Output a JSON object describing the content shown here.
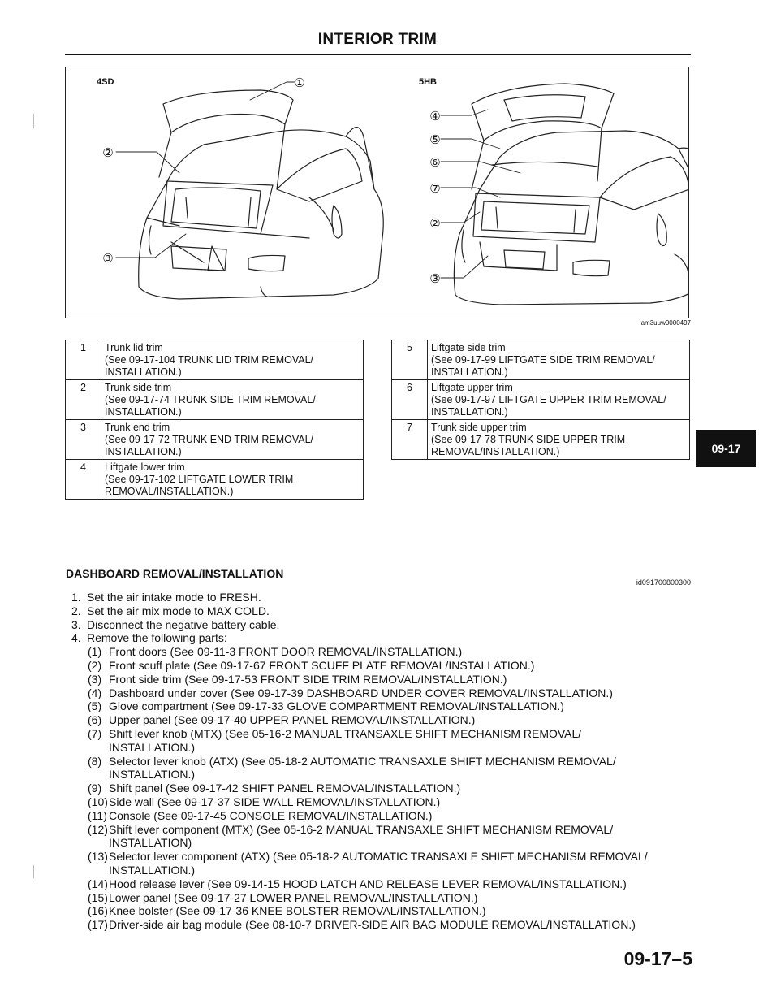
{
  "page": {
    "title": "INTERIOR TRIM",
    "tab": "09-17",
    "number": "09-17–5"
  },
  "figure": {
    "label_4sd": "4SD",
    "label_5hb": "5HB",
    "code": "am3uuw0000497",
    "callouts_4sd": [
      "①",
      "②",
      "③"
    ],
    "callouts_5hb": [
      "④",
      "⑤",
      "⑥",
      "⑦",
      "②",
      "③"
    ]
  },
  "table_left": [
    {
      "num": "1",
      "lines": [
        "Trunk lid trim",
        "(See 09-17-104 TRUNK LID TRIM REMOVAL/",
        "INSTALLATION.)"
      ]
    },
    {
      "num": "2",
      "lines": [
        "Trunk side trim",
        "(See 09-17-74 TRUNK SIDE TRIM REMOVAL/",
        "INSTALLATION.)"
      ]
    },
    {
      "num": "3",
      "lines": [
        "Trunk end trim",
        "(See 09-17-72 TRUNK END TRIM REMOVAL/",
        "INSTALLATION.)"
      ]
    },
    {
      "num": "4",
      "lines": [
        "Liftgate lower trim",
        "(See 09-17-102 LIFTGATE LOWER TRIM",
        "REMOVAL/INSTALLATION.)"
      ]
    }
  ],
  "table_right": [
    {
      "num": "5",
      "lines": [
        "Liftgate side trim",
        "(See 09-17-99 LIFTGATE SIDE TRIM REMOVAL/",
        "INSTALLATION.)"
      ]
    },
    {
      "num": "6",
      "lines": [
        "Liftgate upper trim",
        "(See 09-17-97 LIFTGATE UPPER TRIM REMOVAL/",
        "INSTALLATION.)"
      ]
    },
    {
      "num": "7",
      "lines": [
        "Trunk side upper trim",
        "(See 09-17-78 TRUNK SIDE UPPER TRIM",
        "REMOVAL/INSTALLATION.)"
      ]
    }
  ],
  "section": {
    "heading": "DASHBOARD REMOVAL/INSTALLATION",
    "id": "id091700800300",
    "steps": [
      {
        "n": "1.",
        "text": "Set the air intake mode to FRESH."
      },
      {
        "n": "2.",
        "text": "Set the air mix mode to MAX COLD."
      },
      {
        "n": "3.",
        "text": "Disconnect the negative battery cable."
      },
      {
        "n": "4.",
        "text": "Remove the following parts:"
      }
    ],
    "parts": [
      {
        "n": "(1)",
        "lines": [
          "Front doors (See 09-11-3 FRONT DOOR REMOVAL/INSTALLATION.)"
        ]
      },
      {
        "n": "(2)",
        "lines": [
          "Front scuff plate (See 09-17-67 FRONT SCUFF PLATE REMOVAL/INSTALLATION.)"
        ]
      },
      {
        "n": "(3)",
        "lines": [
          "Front side trim (See 09-17-53 FRONT SIDE TRIM REMOVAL/INSTALLATION.)"
        ]
      },
      {
        "n": "(4)",
        "lines": [
          "Dashboard under cover (See 09-17-39 DASHBOARD UNDER COVER REMOVAL/INSTALLATION.)"
        ]
      },
      {
        "n": "(5)",
        "lines": [
          "Glove compartment (See 09-17-33 GLOVE COMPARTMENT REMOVAL/INSTALLATION.)"
        ]
      },
      {
        "n": "(6)",
        "lines": [
          "Upper panel (See 09-17-40 UPPER PANEL REMOVAL/INSTALLATION.)"
        ]
      },
      {
        "n": "(7)",
        "lines": [
          "Shift lever knob (MTX) (See 05-16-2 MANUAL TRANSAXLE SHIFT MECHANISM REMOVAL/",
          "INSTALLATION.)"
        ]
      },
      {
        "n": "(8)",
        "lines": [
          "Selector lever knob (ATX) (See 05-18-2 AUTOMATIC TRANSAXLE SHIFT MECHANISM REMOVAL/",
          "INSTALLATION.)"
        ]
      },
      {
        "n": "(9)",
        "lines": [
          "Shift panel (See 09-17-42 SHIFT PANEL REMOVAL/INSTALLATION.)"
        ]
      },
      {
        "n": "(10)",
        "lines": [
          "Side wall (See 09-17-37 SIDE WALL REMOVAL/INSTALLATION.)"
        ]
      },
      {
        "n": "(11)",
        "lines": [
          "Console (See 09-17-45 CONSOLE REMOVAL/INSTALLATION.)"
        ]
      },
      {
        "n": "(12)",
        "lines": [
          "Shift lever component (MTX) (See 05-16-2 MANUAL TRANSAXLE SHIFT MECHANISM REMOVAL/",
          "INSTALLATION)"
        ]
      },
      {
        "n": "(13)",
        "lines": [
          "Selector lever component (ATX) (See 05-18-2 AUTOMATIC TRANSAXLE SHIFT MECHANISM REMOVAL/",
          "INSTALLATION.)"
        ]
      },
      {
        "n": "(14)",
        "lines": [
          "Hood release lever (See 09-14-15 HOOD LATCH AND RELEASE LEVER REMOVAL/INSTALLATION.)"
        ]
      },
      {
        "n": "(15)",
        "lines": [
          "Lower panel (See 09-17-27 LOWER PANEL REMOVAL/INSTALLATION.)"
        ]
      },
      {
        "n": "(16)",
        "lines": [
          "Knee bolster (See 09-17-36 KNEE BOLSTER REMOVAL/INSTALLATION.)"
        ]
      },
      {
        "n": "(17)",
        "lines": [
          "Driver-side air bag module (See 08-10-7 DRIVER-SIDE AIR BAG MODULE REMOVAL/INSTALLATION.)"
        ]
      }
    ]
  }
}
